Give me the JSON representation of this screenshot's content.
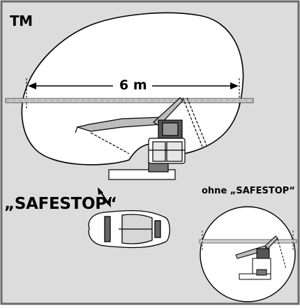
{
  "diagram": {
    "title": "TM",
    "dimension_label": "6 m",
    "safestop_label": "„SAFESTOP“",
    "ohne_safestop_label": "ohne „SAFESTOP“",
    "colors": {
      "background_gray": "#dcdcdc",
      "zone_fill": "#ffffff",
      "outline": "#000000",
      "frame": "#6b6b6b"
    },
    "icons": [
      "excavator-top-view",
      "car-top-view",
      "double-arrow"
    ]
  }
}
